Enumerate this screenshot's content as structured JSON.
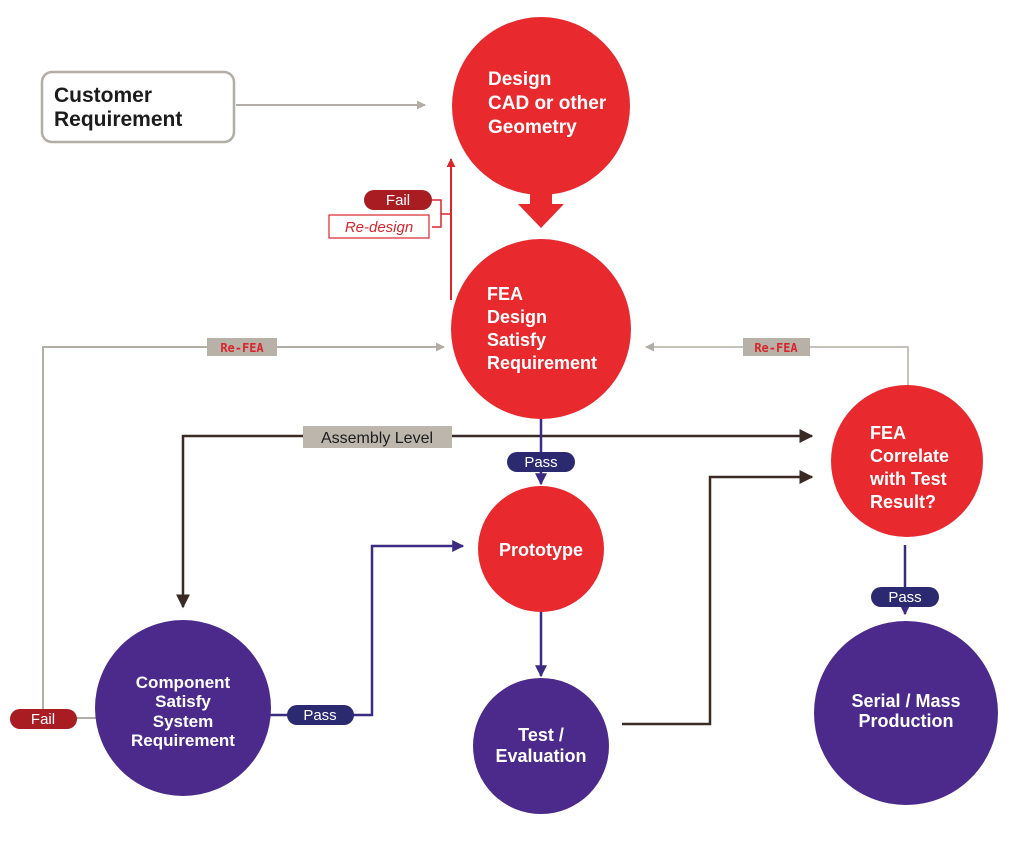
{
  "colors": {
    "red_node": "#e8292e",
    "purple_node": "#4b2a8c",
    "gray_line": "#b2ada6",
    "dark_line": "#3a2a26",
    "red_line": "#d8262c",
    "purple_line": "#3d2a82",
    "fail_tag": "#a81c22",
    "pass_tag": "#2b2a70",
    "refea_tag_bg": "#b8b1a8",
    "refea_tag_text": "#d8262c",
    "assembly_tag_bg": "#bdb6ad"
  },
  "customer_requirement": {
    "line1": "Customer",
    "line2": "Requirement"
  },
  "design": {
    "line1": "Design",
    "line2": "CAD or other",
    "line3": "Geometry"
  },
  "fea_design": {
    "line1": "FEA",
    "line2": "Design",
    "line3": "Satisfy",
    "line4": "Requirement"
  },
  "prototype": {
    "label": "Prototype"
  },
  "test_evaluation": {
    "line1": "Test /",
    "line2": "Evaluation"
  },
  "component": {
    "line1": "Component",
    "line2": "Satisfy",
    "line3": "System",
    "line4": "Requirement"
  },
  "fea_correlate": {
    "line1": "FEA",
    "line2": "Correlate",
    "line3": "with Test",
    "line4": "Result?"
  },
  "serial_mass": {
    "line1": "Serial / Mass",
    "line2": "Production"
  },
  "tags": {
    "fail_top": "Fail",
    "redesign": "Re-design",
    "refea_left": "Re-FEA",
    "refea_right": "Re-FEA",
    "assembly_level": "Assembly Level",
    "pass_fea": "Pass",
    "pass_component": "Pass",
    "pass_correlate": "Pass",
    "fail_bottom": "Fail"
  },
  "icons": {
    "arrowhead": "arrowhead-icon"
  }
}
